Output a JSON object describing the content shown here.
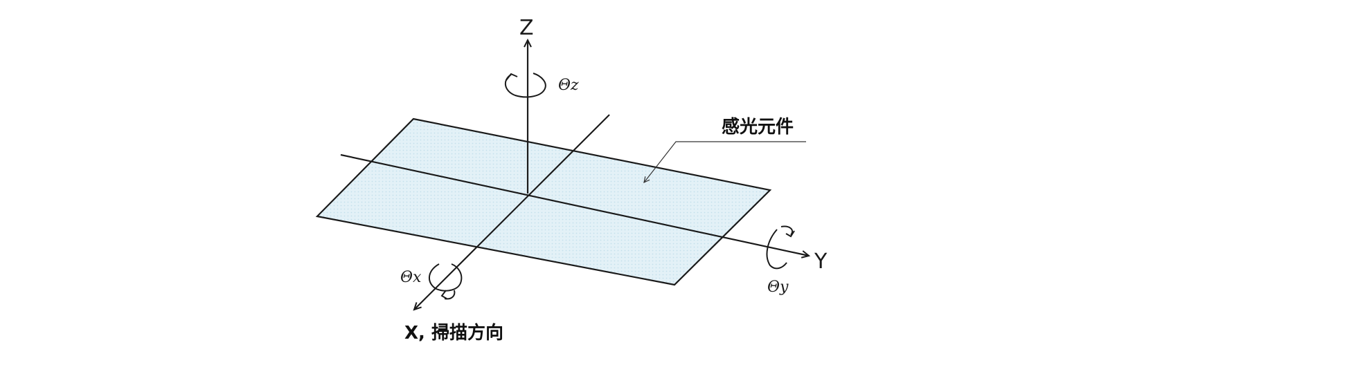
{
  "labels": {
    "z_axis": "Z",
    "y_axis": "Y",
    "x_axis": "X, 掃描方向",
    "theta_z": "Θz",
    "theta_y": "Θy",
    "theta_x": "Θx",
    "element": "感光元件"
  },
  "colors": {
    "plane_fill": "#e3f1f7",
    "plane_dots": "#c3dfeb",
    "stroke": "#1a1a1a"
  }
}
